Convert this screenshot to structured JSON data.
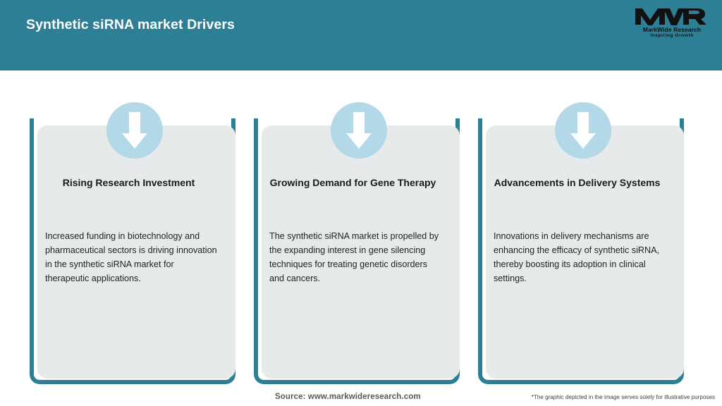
{
  "header": {
    "title": "Synthetic siRNA market Drivers",
    "background_color": "#2d7f96",
    "title_color": "#ffffff"
  },
  "logo": {
    "mark": "MWR",
    "name": "MarkWide Research",
    "tagline": "Inspiring Growth"
  },
  "cards": [
    {
      "icon": "down-arrow-icon",
      "title": "Rising Research Investment",
      "body": "Increased funding in biotechnology and pharmaceutical sectors is driving innovation in the synthetic siRNA market for therapeutic applications."
    },
    {
      "icon": "down-arrow-icon",
      "title": "Growing Demand for Gene Therapy",
      "body": "The synthetic siRNA market is propelled by the expanding interest in gene silencing techniques for treating genetic disorders and cancers."
    },
    {
      "icon": "down-arrow-icon",
      "title": "Advancements in Delivery Systems",
      "body": "Innovations in delivery mechanisms are enhancing the efficacy of synthetic siRNA, thereby boosting its adoption in clinical settings."
    }
  ],
  "footer": {
    "source": "Source: www.markwideresearch.com",
    "disclaimer": "*The graphic depicted in the image serves solely for illustrative purposes"
  },
  "colors": {
    "teal": "#2d7f96",
    "card_bg": "#e7eaeb",
    "circle": "#b3d9e8",
    "arrow": "#ffffff"
  }
}
